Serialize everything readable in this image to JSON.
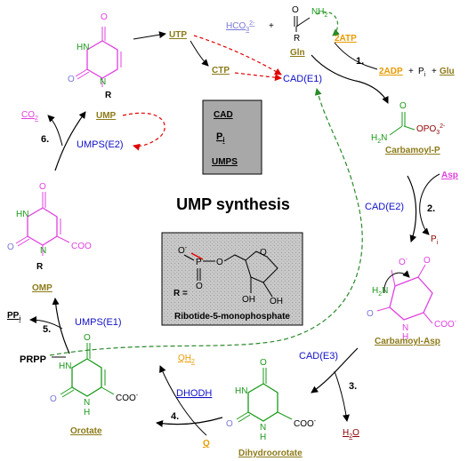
{
  "title": "UMP synthesis",
  "colors": {
    "olive": "#8c7a18",
    "blue": "#1010c8",
    "orange": "#e89a00",
    "magenta": "#e040e0",
    "green": "#1a9a1a",
    "darkred": "#8b0000",
    "violet": "#7878d8",
    "red_dashed": "#e00000",
    "green_dashed": "#2a8a2a"
  },
  "legend_box": {
    "line1": "CAD",
    "line2": "P",
    "line2_sub": "i",
    "line3": "UMPS"
  },
  "ribose_box": {
    "o_minus": "O",
    "o_minus_sup": "-",
    "p": "P",
    "o_double": "O",
    "o_link": "O",
    "o_ring": "O",
    "oh_left": "OH",
    "oh_right": "OH",
    "r_equals": "R =",
    "caption": "Ribotide-5-monophosphate"
  },
  "step1": {
    "number": "1.",
    "hco3": "HCO",
    "hco3_sub": "3",
    "hco3_sup": "2-",
    "plus": "+",
    "gln": "Gln",
    "gln_o": "O",
    "gln_nh2": "NH",
    "gln_nh2_sub": "2",
    "gln_r": "R",
    "atp": "2ATP",
    "adp": "2ADP",
    "plus2": "+",
    "pi": "P",
    "pi_sub": "i",
    "plus3": "+",
    "glu": "Glu",
    "enzyme": "CAD(E1)"
  },
  "carbamoyl_p": {
    "h2n": "H",
    "h2n_sub": "2",
    "h2n_n": "N",
    "o": "O",
    "opo3": "OPO",
    "opo3_sub": "3",
    "opo3_sup": "2-",
    "name": "Carbamoyl-P"
  },
  "step2": {
    "number": "2.",
    "enzyme": "CAD(E2)",
    "asp": "Asp",
    "pi": "P",
    "pi_sub": "i"
  },
  "carbamoyl_asp": {
    "o_minus": "O",
    "o_minus_sup": "-",
    "o_top": "O",
    "h2n": "H",
    "h2n_sub": "2",
    "h2n_n": "N",
    "o_left": "O",
    "nh": "N",
    "h": "H",
    "coo": "COO",
    "coo_sup": "-",
    "name": "Carbamoyl-Asp"
  },
  "step3": {
    "number": "3.",
    "enzyme": "CAD(E3)",
    "h2o": "H",
    "h2o_sub": "2",
    "h2o_o": "O"
  },
  "dihydroorotate": {
    "o_top": "O",
    "hn": "HN",
    "o_left": "O",
    "n": "N",
    "h": "H",
    "coo": "COO",
    "coo_sup": "-",
    "name": "Dihydroorotate"
  },
  "step4": {
    "number": "4.",
    "enzyme": "DHODH",
    "q": "Q",
    "qh2": "QH",
    "qh2_sub": "2"
  },
  "orotate": {
    "o_top": "O",
    "hn": "HN",
    "o_left": "O",
    "n": "N",
    "h": "H",
    "coo": "COO",
    "coo_sup": "-",
    "name": "Orotate"
  },
  "step5": {
    "number": "5.",
    "enzyme": "UMPS(E1)",
    "prpp": "PRPP",
    "ppi": "PP",
    "ppi_sub": "i"
  },
  "omp": {
    "o_top": "O",
    "hn": "HN",
    "o_left": "O",
    "n": "N",
    "r": "R",
    "coo": "COO",
    "name": "OMP"
  },
  "step6": {
    "number": "6.",
    "enzyme": "UMPS(E2)",
    "ump": "UMP",
    "co2": "CO",
    "co2_sub": "2"
  },
  "ump_struct": {
    "o_top": "O",
    "hn": "HN",
    "o_left": "O",
    "n": "N",
    "r": "R"
  },
  "feedback": {
    "utp": "UTP",
    "ctp": "CTP"
  }
}
